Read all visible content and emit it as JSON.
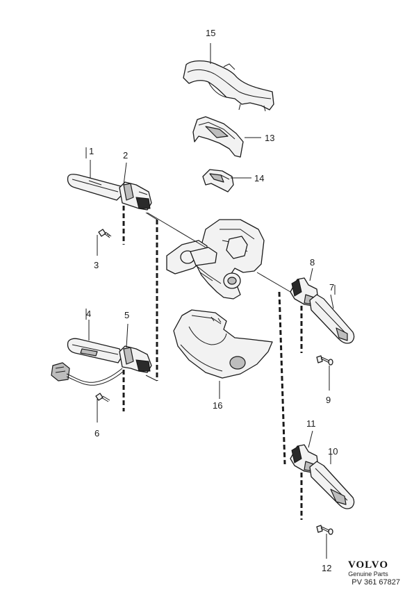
{
  "callouts": [
    "1",
    "2",
    "3",
    "4",
    "5",
    "6",
    "7",
    "8",
    "9",
    "10",
    "11",
    "12",
    "13",
    "14",
    "15",
    "16"
  ],
  "brand": {
    "logo": "VOLVO",
    "tagline": "Genuine Parts",
    "reference": "PV 361 67827"
  }
}
